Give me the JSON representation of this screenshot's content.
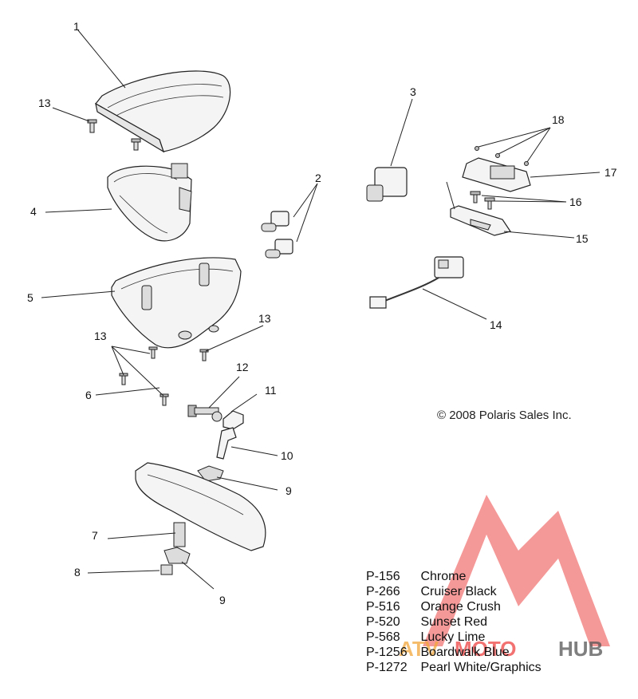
{
  "callouts": {
    "c1": "1",
    "c2": "2",
    "c3": "3",
    "c4": "4",
    "c5": "5",
    "c6": "6",
    "c7": "7",
    "c8": "8",
    "c9a": "9",
    "c9b": "9",
    "c10": "10",
    "c11": "11",
    "c12": "12",
    "c13a": "13",
    "c13b": "13",
    "c13c": "13",
    "c14": "14",
    "c15": "15",
    "c16": "16",
    "c17": "17",
    "c18": "18"
  },
  "copyright": "© 2008 Polaris Sales Inc.",
  "color_codes": [
    {
      "code": "P-156",
      "name": "Chrome"
    },
    {
      "code": "P-266",
      "name": "Cruiser Black"
    },
    {
      "code": "P-516",
      "name": "Orange Crush"
    },
    {
      "code": "P-520",
      "name": "Sunset Red"
    },
    {
      "code": "P-568",
      "name": "Lucky Lime"
    },
    {
      "code": "P-1256",
      "name": "Boardwalk Blue"
    },
    {
      "code": "P-1272",
      "name": "Pearl White/Graphics"
    }
  ],
  "watermark": {
    "text_main": "MOTO",
    "text_hub": "HUB",
    "prefix": "ATV",
    "colors": {
      "triangle": "#ee4444",
      "text_red": "#ee4444",
      "text_gray": "#555555",
      "prefix": "#f2a83a"
    }
  }
}
